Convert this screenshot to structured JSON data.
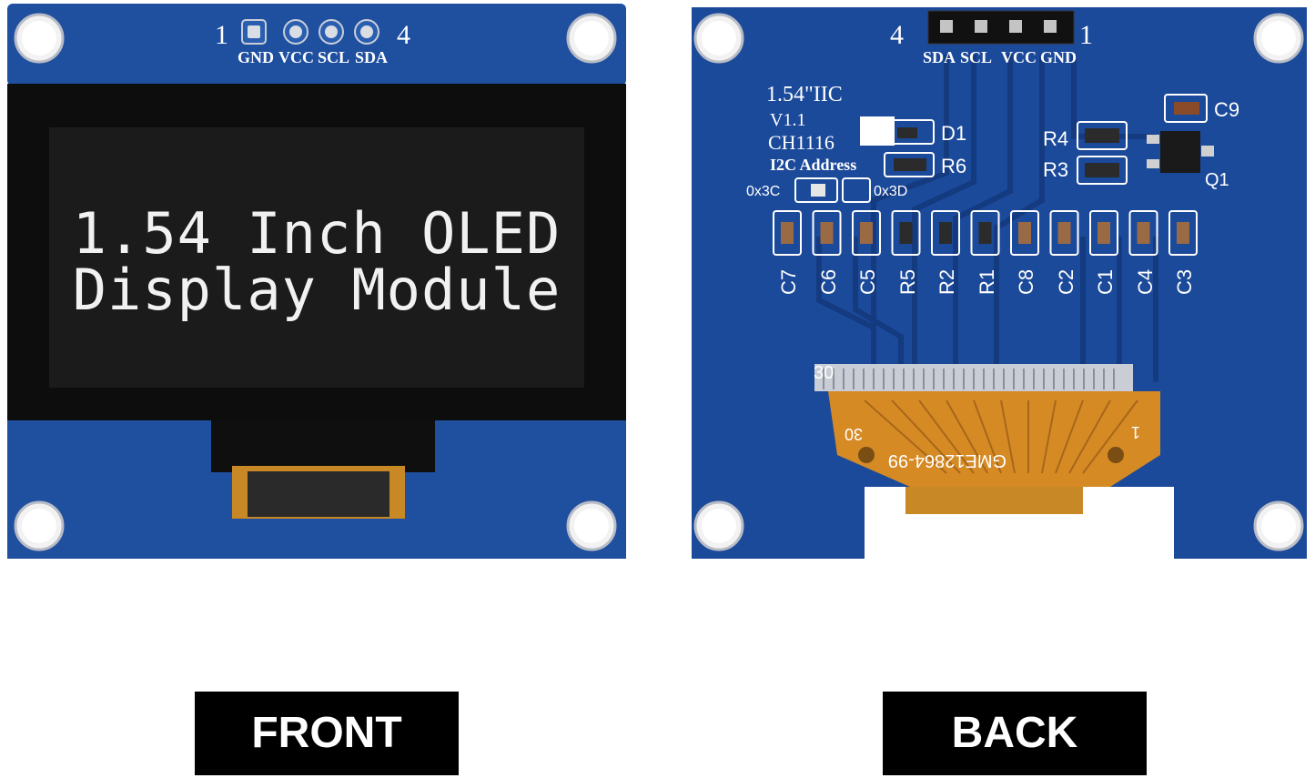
{
  "front": {
    "pin_numbers": [
      "1",
      "4"
    ],
    "pin_labels": [
      "GND",
      "VCC",
      "SCL",
      "SDA"
    ],
    "screen_lines": [
      "1.54 Inch OLED",
      "Display Module"
    ],
    "label": "FRONT"
  },
  "back": {
    "pin_numbers": [
      "4",
      "1"
    ],
    "pin_labels": [
      "SDA",
      "SCL",
      "VCC",
      "GND"
    ],
    "title": "1.54\"IIC",
    "version": "V1.1",
    "chip": "CH1116",
    "i2c_address": "I2C  Address",
    "addr_3c": "0x3C",
    "addr_3d": "0x3D",
    "parts": {
      "D1": "D1",
      "R6": "R6",
      "R4": "R4",
      "R3": "R3",
      "C9": "C9",
      "Q1": "Q1"
    },
    "cap_row": [
      "C7",
      "C6",
      "C5",
      "R5",
      "R2",
      "R1",
      "C8",
      "C2",
      "C1",
      "C4",
      "C3"
    ],
    "fpc_top_number": "30",
    "fpc_left_number": "30",
    "fpc_right_number": "1",
    "fpc_code": "GME12864-99",
    "label": "BACK"
  },
  "colors": {
    "pcb_blue": "#1c4a9a",
    "pcb_dark": "#143a80",
    "fpc_orange": "#d58a24",
    "screen_black": "#0d0d0d"
  }
}
